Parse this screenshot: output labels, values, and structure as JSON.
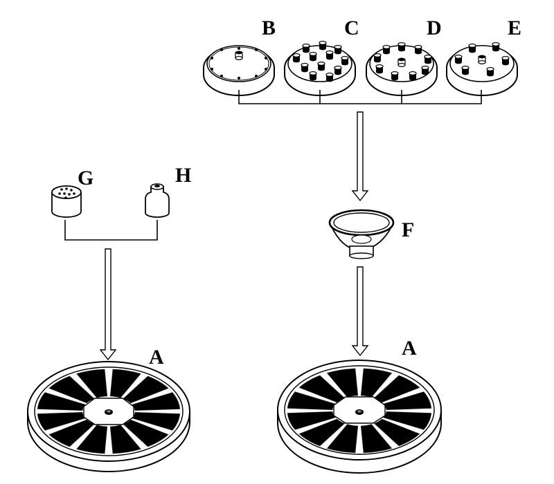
{
  "labels": {
    "plate_b": "B",
    "plate_c": "C",
    "plate_d": "D",
    "plate_e": "E",
    "funnel_f": "F",
    "cap_g": "G",
    "cap_h": "H",
    "rotor_left": "A",
    "rotor_right": "A"
  },
  "colors": {
    "ink": "#000000",
    "paper": "#ffffff",
    "shade": "#d8d8d8"
  }
}
